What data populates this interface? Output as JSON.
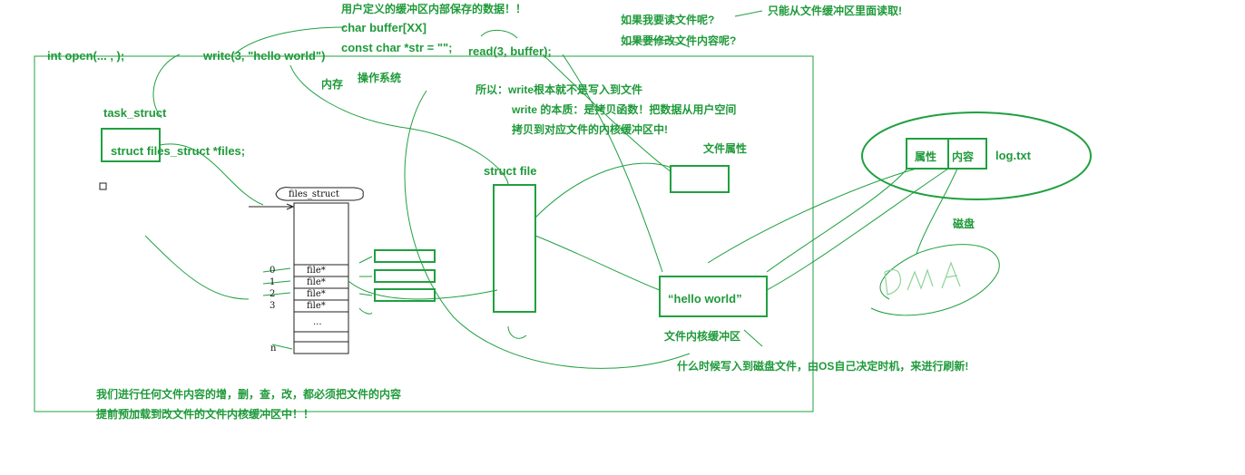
{
  "code": {
    "open_call": "int open(... , );",
    "write_call": "write(3, \"hello world\")",
    "read_call": "read(3, buffer);",
    "char_buffer": "char buffer[XX]",
    "const_str": "const char *str = \"\";"
  },
  "notes": {
    "user_buffer": "用户定义的缓冲区内部保存的数据！！",
    "read_question": "如果我要读文件呢?",
    "read_answer": "只能从文件缓冲区里面读取!",
    "modify_question": "如果要修改文件内容呢?",
    "memory": "内存",
    "os": "操作系统",
    "so_write": "所以：write根本就不是写入到文件",
    "write_essence": "write 的本质：是拷贝函数！把数据从用户空间",
    "copy_to_kernel": "拷贝到对应文件的内核缓冲区中!",
    "file_attr": "文件属性",
    "disk": "磁盘",
    "flush_note": "什么时候写入到磁盘文件，由OS自己决定时机，来进行刷新!",
    "load_note_1": "我们进行任何文件内容的增，删，查，改，都必须把文件的内容",
    "load_note_2": "提前预加载到改文件的文件内核缓冲区中！！"
  },
  "kernel": {
    "task_struct": "task_struct",
    "files_ptr": "struct files_struct *files;",
    "files_struct": "files_struct",
    "struct_file": "struct file",
    "hello_world": "“hello world”",
    "kernel_buffer": "文件内核缓冲区"
  },
  "fd_table": {
    "rows": [
      {
        "index": "0",
        "value": "file*"
      },
      {
        "index": "1",
        "value": "file*"
      },
      {
        "index": "2",
        "value": "file*"
      },
      {
        "index": "3",
        "value": "file*"
      }
    ],
    "ellipsis": "...",
    "last_index": "n"
  },
  "disk_file": {
    "attr": "属性",
    "content": "内容",
    "name": "log.txt"
  },
  "colors": {
    "ink": "#1f9a3a",
    "line": "#20a040",
    "table": "#222222"
  }
}
